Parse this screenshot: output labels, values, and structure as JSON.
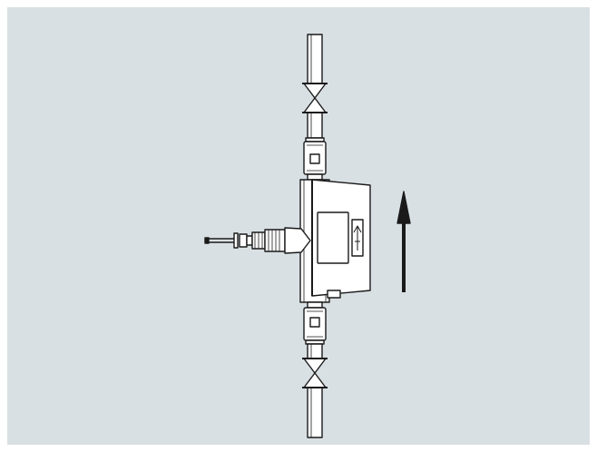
{
  "diagram": {
    "background_color": "#d9e0e4",
    "line_color": "#1a1a1a",
    "fill_color": "#ffffff",
    "components": [
      "upper-pipe",
      "upper-valve",
      "upper-fitting",
      "flow-meter-body",
      "meter-housing",
      "meter-display",
      "flow-direction-indicator",
      "sensor-cable",
      "lower-fitting",
      "lower-valve",
      "lower-pipe",
      "flow-direction-arrow"
    ],
    "flow_direction": "up"
  }
}
